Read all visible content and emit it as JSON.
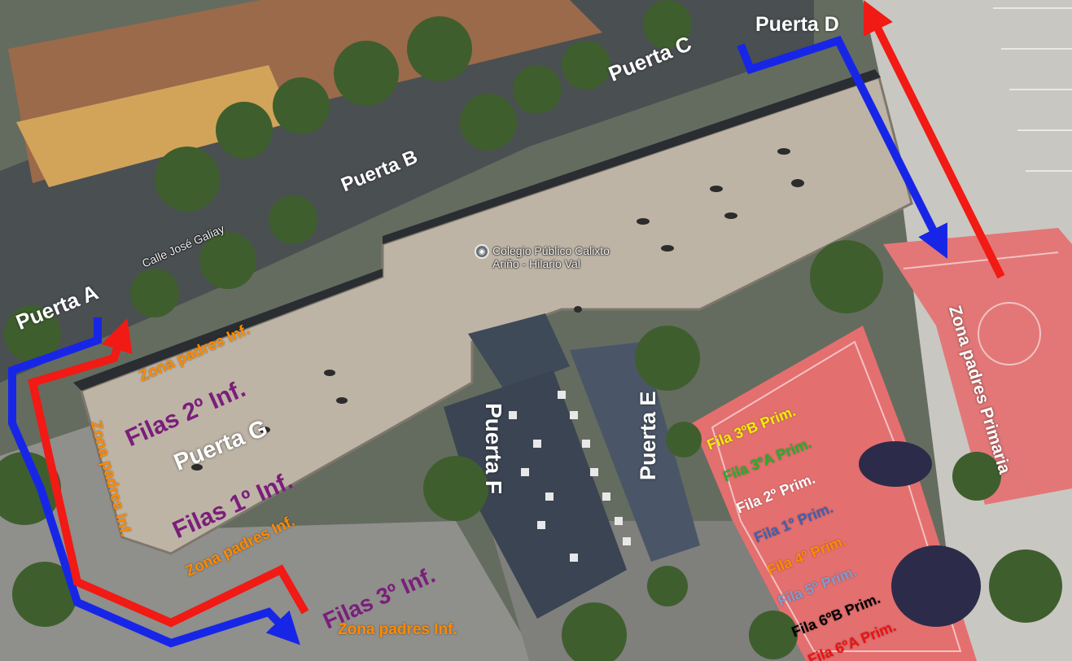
{
  "map": {
    "street_label": "Calle José Galiay",
    "poi": {
      "icon": "school-pin-icon",
      "lines": [
        "Colegio Público Calixto",
        "Ariño - Hilario Val"
      ]
    }
  },
  "gates": {
    "a": "Puerta A",
    "b": "Puerta B",
    "c": "Puerta C",
    "d": "Puerta D",
    "e": "Puerta E",
    "f": "Puerta F",
    "g": "Puerta G"
  },
  "zones": {
    "parents_inf_top": "Zona padres Inf.",
    "parents_inf_left": "Zona padres Inf.",
    "parents_inf_middle": "Zona padres Inf.",
    "parents_inf_bottom": "Zona padres Inf.",
    "parents_primary": "Zona padres Primaria"
  },
  "infant_rows": {
    "second": "Filas 2º Inf.",
    "first": "Filas 1º Inf.",
    "third": "Filas 3º Inf."
  },
  "primary_rows": [
    {
      "label": "Fila 3ºB Prim.",
      "color": "#f5f000"
    },
    {
      "label": "Fila 3ºA Prim.",
      "color": "#1fb32a"
    },
    {
      "label": "Fila 2º Prim.",
      "color": "#ffffff"
    },
    {
      "label": "Fila 1º Prim.",
      "color": "#3d61b0"
    },
    {
      "label": "Fila 4º Prim.",
      "color": "#ff8a00"
    },
    {
      "label": "Fila 5º Prim.",
      "color": "#7f9ccf"
    },
    {
      "label": "Fila 6ºB Prim.",
      "color": "#000000"
    },
    {
      "label": "Fila 6ºA Prim.",
      "color": "#ee1111"
    }
  ],
  "colors": {
    "entry_route": "#1726e6",
    "exit_route": "#f11a14",
    "zone_text": "#ff8a00",
    "row_text": "#7b1e7a"
  }
}
